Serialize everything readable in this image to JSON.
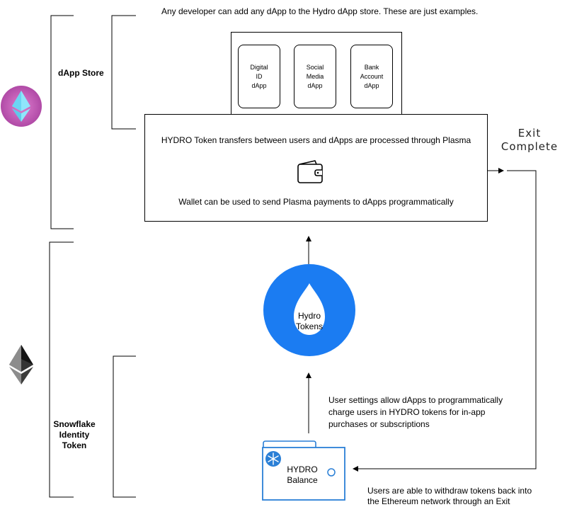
{
  "top_note": "Any developer can add any dApp to the Hydro dApp store. These are just examples.",
  "dapp_store_label": "dApp Store",
  "dapps": [
    {
      "lines": [
        "Digital",
        "ID",
        "dApp"
      ]
    },
    {
      "lines": [
        "Social",
        "Media",
        "dApp"
      ]
    },
    {
      "lines": [
        "Bank",
        "Account",
        "dApp"
      ]
    }
  ],
  "plasma_box": {
    "line1": "HYDRO Token transfers between users and dApps are processed through Plasma",
    "line2": "Wallet can be used to send Plasma payments to dApps programmatically"
  },
  "exit_label": {
    "line1": "Exit",
    "line2": "Complete"
  },
  "hydro_tokens": {
    "line1": "Hydro",
    "line2": "Tokens"
  },
  "settings_note": {
    "line1": "User settings allow dApps to programmatically",
    "line2": "charge users in HYDRO tokens for in-app",
    "line3": "purchases or subscriptions"
  },
  "snowflake_label": {
    "line1": "Snowflake",
    "line2": "Identity",
    "line3": "Token"
  },
  "hydro_balance": {
    "line1": "HYDRO",
    "line2": "Balance"
  },
  "withdraw_note": {
    "line1": "Users are able to withdraw tokens back into",
    "line2": "the Ethereum network through an Exit"
  },
  "colors": {
    "hydro_blue": "#1b7cf2",
    "balance_blue": "#2a7fd6",
    "plasma_logo_pink": "#c65bb5",
    "plasma_logo_cyan": "#5fd3f0",
    "eth_dark": "#343434"
  },
  "icons": [
    "plasma-ethereum-logo-icon",
    "ethereum-logo-icon",
    "wallet-icon",
    "water-drop-icon",
    "snowflake-icon",
    "toggle-circle-icon",
    "arrow-icon"
  ]
}
